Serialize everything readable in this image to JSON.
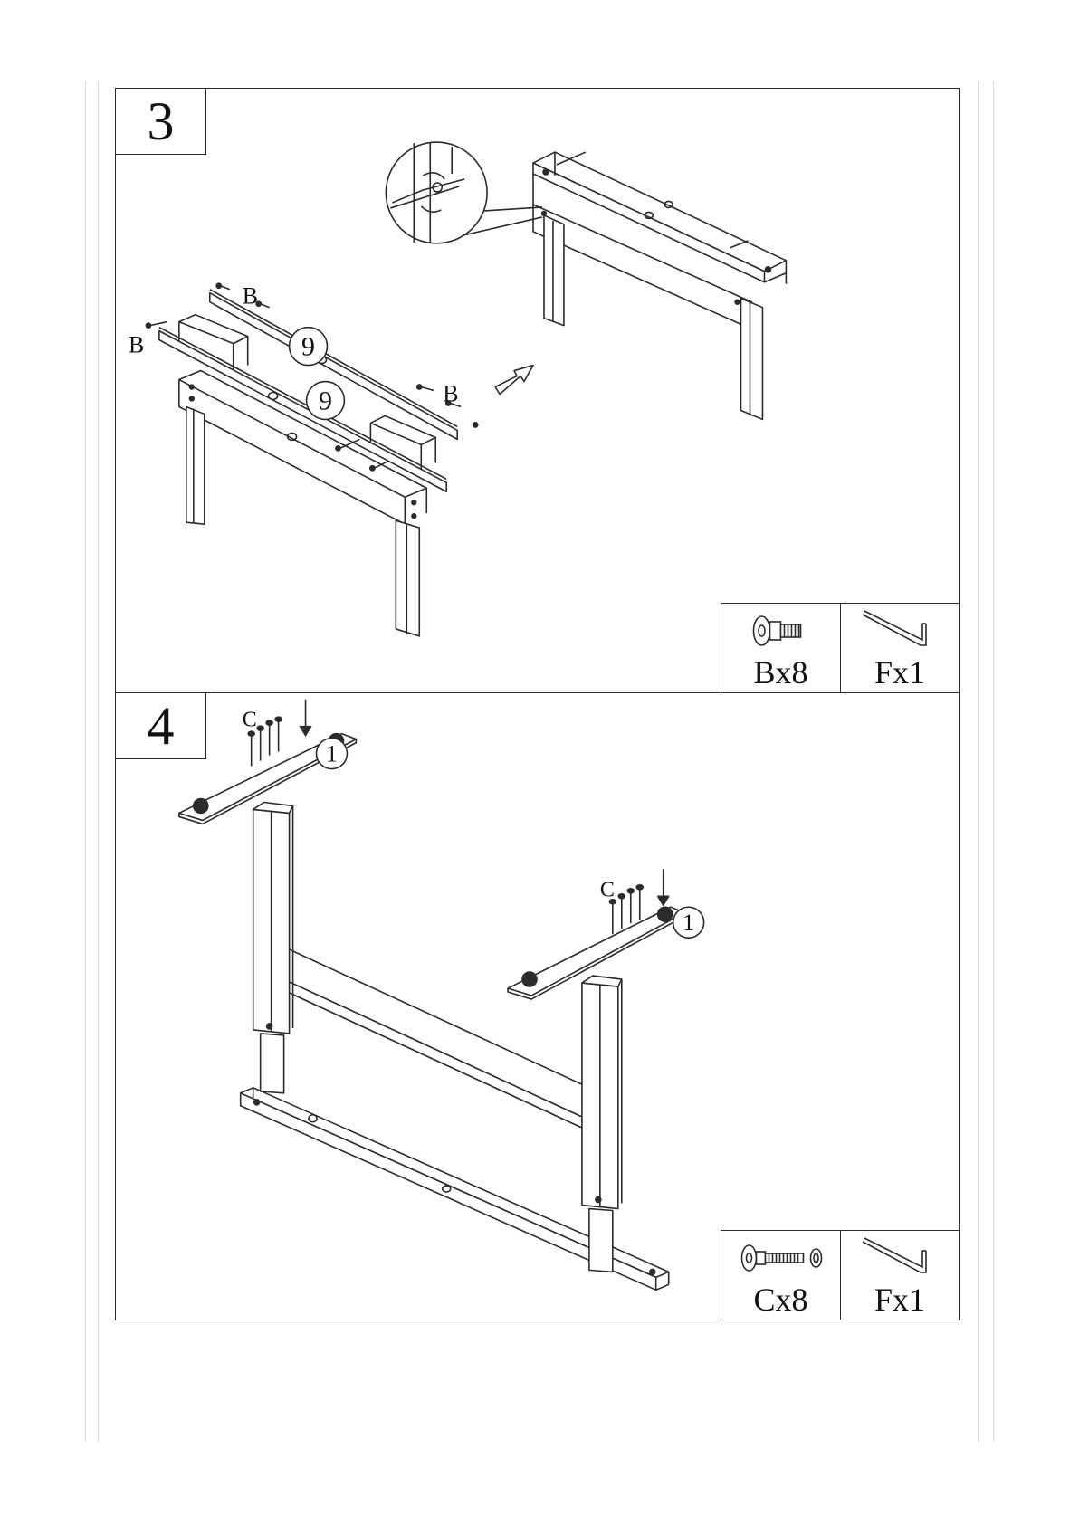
{
  "steps": [
    {
      "number": "3",
      "callouts": {
        "b_top": "B",
        "b_left": "B",
        "b_right": "B",
        "part_upper": "9",
        "part_lower": "9"
      },
      "parts": [
        {
          "label": "Bx8",
          "icon": "hex-socket-bolt-icon"
        },
        {
          "label": "Fx1",
          "icon": "allen-key-icon"
        }
      ]
    },
    {
      "number": "4",
      "callouts": {
        "c_left": "C",
        "c_right": "C",
        "part_left": "1",
        "part_right": "1"
      },
      "parts": [
        {
          "label": "Cx8",
          "icon": "bolt-with-washer-icon"
        },
        {
          "label": "Fx1",
          "icon": "allen-key-icon"
        }
      ]
    }
  ],
  "colors": {
    "line": "#2b2b2b",
    "fill": "#ffffff",
    "rule": "#d9d9d9"
  }
}
